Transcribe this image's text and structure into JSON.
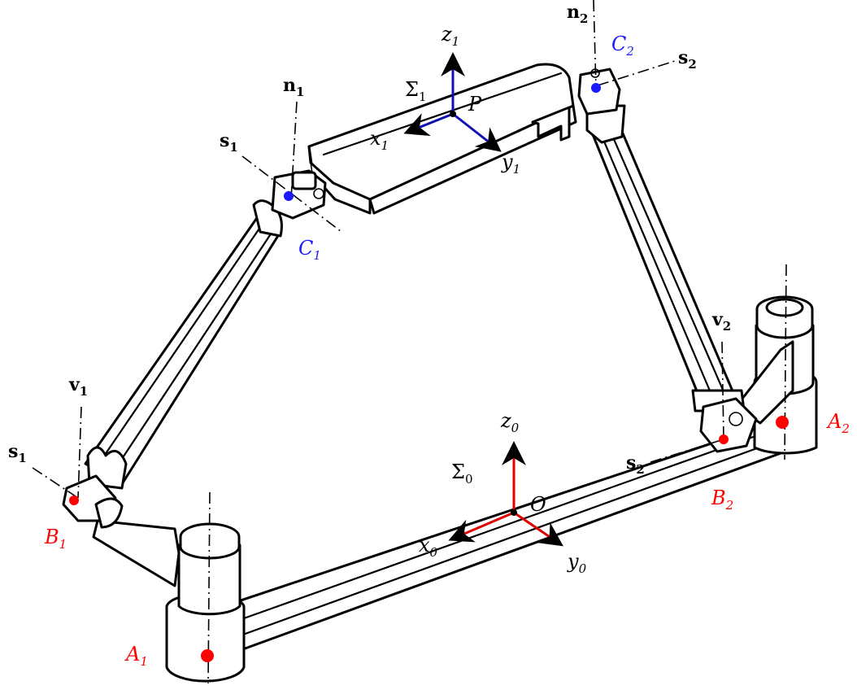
{
  "colors": {
    "base_points": "#ff0000",
    "platform_points": "#1a1aff",
    "base_frame": "#e00000",
    "platform_frame": "#1010b0",
    "vector_arrows": "#000000"
  },
  "base_points": {
    "A1": {
      "letter": "A",
      "sub": "1"
    },
    "A2": {
      "letter": "A",
      "sub": "2"
    },
    "B1": {
      "letter": "B",
      "sub": "1"
    },
    "B2": {
      "letter": "B",
      "sub": "2"
    }
  },
  "platform_points": {
    "C1": {
      "letter": "C",
      "sub": "1"
    },
    "C2": {
      "letter": "C",
      "sub": "2"
    }
  },
  "base_frame": {
    "sigma": {
      "letter": "Σ",
      "sub": "0"
    },
    "origin": {
      "letter": "O"
    },
    "x": {
      "letter": "x",
      "sub": "0"
    },
    "y": {
      "letter": "y",
      "sub": "0"
    },
    "z": {
      "letter": "z",
      "sub": "0"
    }
  },
  "platform_frame": {
    "sigma": {
      "letter": "Σ",
      "sub": "1"
    },
    "origin": {
      "letter": "P"
    },
    "x": {
      "letter": "x",
      "sub": "1"
    },
    "y": {
      "letter": "y",
      "sub": "1"
    },
    "z": {
      "letter": "z",
      "sub": "1"
    }
  },
  "joint_axes": {
    "n1": {
      "letter": "n",
      "sub": "1"
    },
    "n2": {
      "letter": "n",
      "sub": "2"
    },
    "s1_upper": {
      "letter": "s",
      "sub": "1"
    },
    "s1_lower": {
      "letter": "s",
      "sub": "1"
    },
    "s2_upper": {
      "letter": "s",
      "sub": "2"
    },
    "s2_lower": {
      "letter": "s",
      "sub": "2"
    },
    "v1": {
      "letter": "v",
      "sub": "1"
    },
    "v2": {
      "letter": "v",
      "sub": "2"
    }
  }
}
